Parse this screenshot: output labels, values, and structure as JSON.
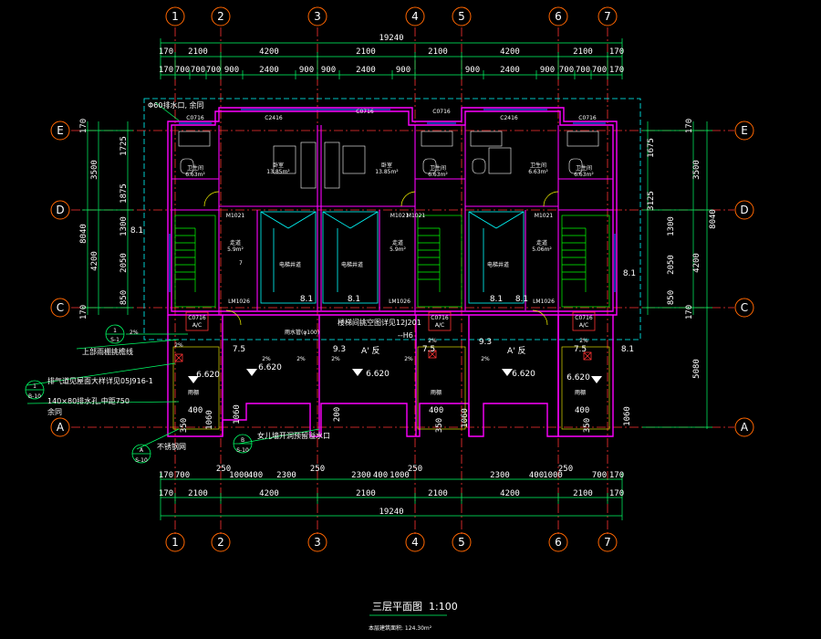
{
  "colors": {
    "background": "#000000",
    "axis_line": "#ff3333",
    "axis_bubble": "#ff6600",
    "dimension": "#00ff66",
    "wall": "#ff00ff",
    "inner_wall": "#00ffff",
    "window": "#0066ff",
    "stair": "#00ff00",
    "text": "#ffffff",
    "floor_slab": "#ffff00"
  },
  "axes": {
    "columns": [
      "1",
      "2",
      "3",
      "4",
      "5",
      "6",
      "7"
    ],
    "rows": [
      "E",
      "D",
      "C",
      "A"
    ]
  },
  "dims": {
    "total": "19240",
    "top_row1": [
      "170",
      "2100",
      "4200",
      "2100",
      "2100",
      "4200",
      "2100",
      "170"
    ],
    "top_row2": [
      "170",
      "700",
      "700",
      "700",
      "900",
      "2400",
      "900",
      "900",
      "2400",
      "900",
      "900",
      "2400",
      "900",
      "700",
      "700",
      "700",
      "170"
    ],
    "bottom_row1": [
      "170",
      "700",
      "250",
      "1000",
      "400",
      "2300",
      "250",
      "2300",
      "400",
      "1000",
      "250",
      "2300",
      "400",
      "1000",
      "250",
      "700",
      "170"
    ],
    "bottom_row2": [
      "170",
      "2100",
      "4200",
      "2100",
      "2100",
      "4200",
      "2100",
      "170"
    ],
    "left": [
      "170",
      "1725",
      "3500",
      "1875",
      "1300",
      "8040",
      "4200",
      "2050",
      "850",
      "170"
    ],
    "right": [
      "170",
      "1675",
      "3500",
      "3125",
      "1300",
      "8040",
      "4200",
      "2050",
      "850",
      "170",
      "5080"
    ],
    "inner": [
      "1060",
      "400",
      "350",
      "1060",
      "400",
      "350",
      "1060",
      "400",
      "350",
      "200",
      "1060"
    ]
  },
  "rooms": [
    {
      "name": "卧室",
      "area": "13.85m²"
    },
    {
      "name": "卧室",
      "area": "13.85m²"
    },
    {
      "name": "卫生间",
      "area": "6.63m²"
    },
    {
      "name": "卫生间",
      "area": "6.63m²"
    },
    {
      "name": "卫生间",
      "area": "6.63m²"
    },
    {
      "name": "卫生间",
      "area": "6.63m²"
    },
    {
      "name": "走道",
      "area": "5.9m²"
    },
    {
      "name": "走道",
      "area": "5.9m²"
    },
    {
      "name": "走道",
      "area": "5.06m²"
    },
    {
      "name": "电梯井道"
    },
    {
      "name": "电梯井道"
    },
    {
      "name": "电梯井道"
    },
    {
      "name": "雨棚"
    },
    {
      "name": "雨棚"
    },
    {
      "name": "雨棚"
    }
  ],
  "door_tags": [
    "M1021",
    "M1021",
    "M1021",
    "M1021",
    "LM1026",
    "LM1026",
    "LM1026"
  ],
  "window_tags": [
    "C0716",
    "C2416",
    "C0716",
    "C0716",
    "C2416",
    "C0716",
    "C0716",
    "C0716",
    "C0716"
  ],
  "elevations": [
    "6.620",
    "6.620",
    "6.620",
    "6.620",
    "6.620"
  ],
  "levels": [
    "8.1",
    "8.1",
    "8.1",
    "8.1",
    "8.1",
    "8.1",
    "7.5",
    "7.5",
    "9.3",
    "9.3",
    "7.5",
    "8.1"
  ],
  "slopes": [
    "2%",
    "2%",
    "2%",
    "2%",
    "2%",
    "2%",
    "2%",
    "2%"
  ],
  "annotations": {
    "top_note": "Φ60排水口, 余同",
    "note_roof": "上部雨棚挑檐线",
    "note_vent": "排气道见屋面大样详见05J916-1",
    "note_hole": "140×80排水孔,中距750",
    "note_same": "余同",
    "note_mesh": "不锈钢网",
    "note_center": "楼梯间挑空图详见12J201",
    "note_h6": "--H6",
    "note_overflow": "女儿墙开洞预留溢水口",
    "section_a_label": "A' 反",
    "section_a_label2": "A' 反",
    "ref_1_top": "1",
    "ref_1_bottom": "B-10",
    "ref_a_top": "A",
    "ref_a_bottom": "S-10",
    "ref_b_top": "B",
    "ref_b_bottom": "S-10",
    "ref_i_top": "1",
    "ref_i_bottom": "S-1",
    "small_7": "7",
    "rain_pipe": "雨水管(φ100)",
    "ac_unit": "A/C",
    "slope_note": "2%"
  },
  "title": {
    "name": "三层平面图",
    "scale": "1:100",
    "note": "本层建筑面积: 124.30m²"
  }
}
